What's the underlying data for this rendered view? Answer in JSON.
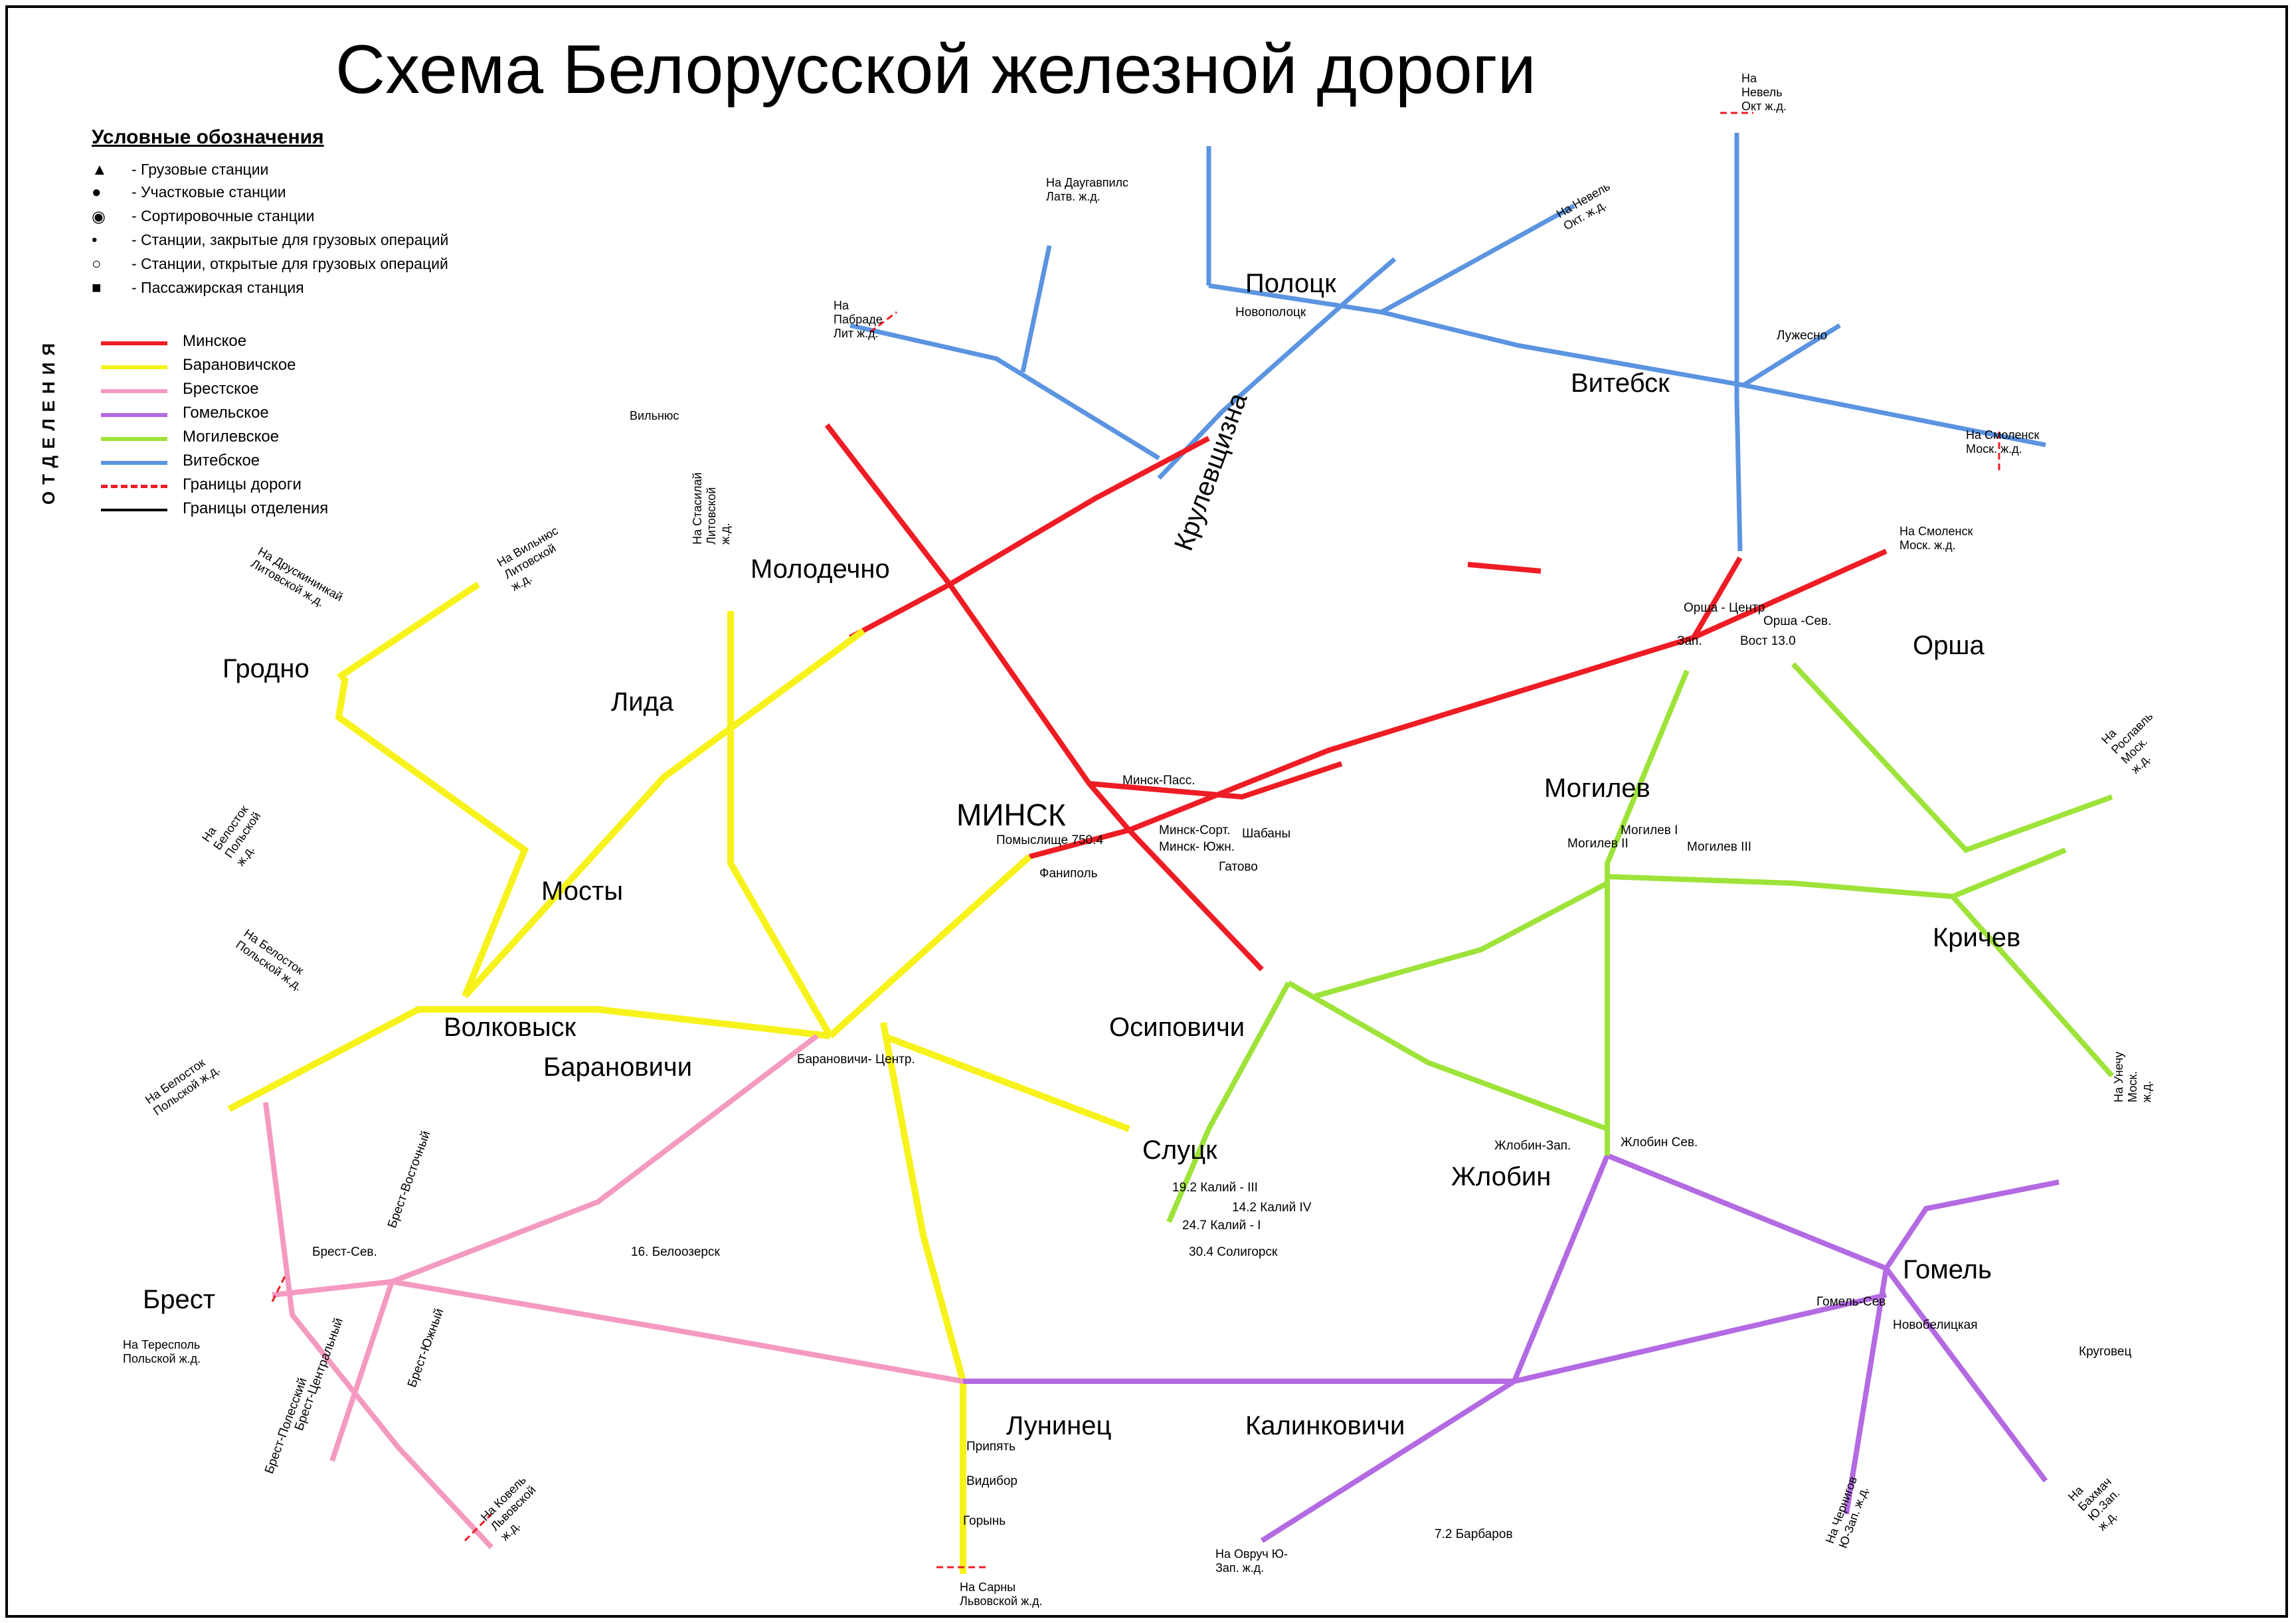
{
  "title": "Схема Белорусской железной дороги",
  "legend": {
    "title": "Условные обозначения",
    "symbols": [
      {
        "icon": "triangle-icon",
        "label": "- Грузовые станции"
      },
      {
        "icon": "large-dot-icon",
        "label": "- Участковые станции"
      },
      {
        "icon": "ring-dot-icon",
        "label": "- Сортировочные станции"
      },
      {
        "icon": "small-dot-icon",
        "label": "- Станции,  закрытые для грузовых операций"
      },
      {
        "icon": "open-circle-icon",
        "label": "- Станции, открытые для грузовых операций"
      },
      {
        "icon": "square-icon",
        "label": "- Пассажирская станция"
      }
    ],
    "divisions_label": "ОТДЕЛЕНИЯ",
    "divisions": [
      {
        "label": "Минское",
        "color": "#ee1c24"
      },
      {
        "label": "Барановичское",
        "color": "#f7f21b"
      },
      {
        "label": "Брестское",
        "color": "#f49ac1"
      },
      {
        "label": "Гомельское",
        "color": "#b36ae2"
      },
      {
        "label": "Могилевское",
        "color": "#9ee33a"
      },
      {
        "label": "Витебское",
        "color": "#5b94e0"
      }
    ],
    "road_border_label": "Границы дороги",
    "division_border_label": "Границы отделения"
  },
  "hubs": {
    "minsk": "МИНСК",
    "molodechno": "Молодечно",
    "grodno": "Гродно",
    "lida": "Лида",
    "mosty": "Мосты",
    "volkovysk": "Волковыск",
    "baranovichi": "Барановичи",
    "brest": "Брест",
    "luninets": "Лунинец",
    "kalinkovichi": "Калинковичи",
    "zhlobin": "Жлобин",
    "gomel": "Гомель",
    "osipovichi": "Осиповичи",
    "slutsk": "Слуцк",
    "mogilev": "Могилев",
    "krichev": "Кричев",
    "orsha": "Орша",
    "vitebsk": "Витебск",
    "polotsk": "Полоцк",
    "krulevshchizna": "Крулевщизна"
  },
  "stations": {
    "novopolotsk": "Новополоцк",
    "pomyslishche": "Помыслище 750.4",
    "fanipol": "Фаниполь",
    "minsk_sort": "Минск-Сорт.",
    "minsk_pass": "Минск-Пасс.",
    "minsk_yuzh": "Минск- Южн.",
    "shabany": "Шабаны",
    "gatovo": "Гатово",
    "soligorsk": "30.4 Солигорск",
    "kaliy1": "24.7 Калий - I",
    "kaliy3": "19.2 Калий - III",
    "kaliy4": "14.2 Калий IV",
    "baranovichi_centr": "Барановичи- Центр.",
    "brest_sev": "Брест-Сев.",
    "brest_vost": "Брест-Восточный",
    "brest_centr": "Брест-Центральный",
    "brest_yuzh": "Брест-Южный",
    "brest_polesskiy": "Брест-Полесский",
    "beloozersk": "16. Белоозерск",
    "zhlobin_zap": "Жлобин-Зап.",
    "zhlobin_sev": "Жлобин Сев.",
    "gomel_sev": "Гомель-Сев",
    "novobelitskaya": "Новобелицкая",
    "orsha_centr": "Орша - Центр",
    "orsha_zap": "Зап.",
    "orsha_vost": "Вост 13.0",
    "orsha_sev": "Орша -Сев.",
    "mogilev1": "Могилев I",
    "mogilev2": "Могилев II",
    "mogilev3": "Могилев III",
    "vitebsk_luzhesno": "Лужесно",
    "barbarov": "7.2 Барбаров",
    "kruglovets": "Круговец",
    "goryn": "Горынь",
    "pripyat": "Припять",
    "vidibor": "Видибор"
  },
  "borders": {
    "nevel_okt": "На Невель Окт ж.д.",
    "smolensk_mosk": "На Смоленск Моск. ж.д.",
    "smolensk_mosk2": "На Смоленск Моск. ж.д.",
    "roslavl": "На Рославль Моск. ж.д.",
    "unecha": "На Унечу Моск. ж.д.",
    "bakhmach": "На Бахмач Ю.Зап. ж.д.",
    "chernigov": "На Чернигов Ю-Зап. ж.д.",
    "ovruch": "На Овруч Ю-Зап. ж.д.",
    "sarny": "На Сарны Львовской ж.д.",
    "kovel": "На Ковель Львовской ж.д.",
    "terespol": "На Тересполь Польской ж.д.",
    "belostok1": "На Белосток Польской ж.д.",
    "belostok2": "На Белосток Польской ж.д.",
    "belostok3": "На Белосток Польской ж.д.",
    "druskininkai": "На Друскининкай Литовской ж.д.",
    "vilnyus": "На Вильнюс Литовской ж.д.",
    "stasiliai": "На Стасилай Литовской ж.д.",
    "pabrade": "На Пабраде Лит ж.д.",
    "daugavpils": "На Даугавпилс Латв. ж.д.",
    "nevel2": "На Невель Окт. ж.д.",
    "vilnyus_tag": "Вильнюс"
  }
}
